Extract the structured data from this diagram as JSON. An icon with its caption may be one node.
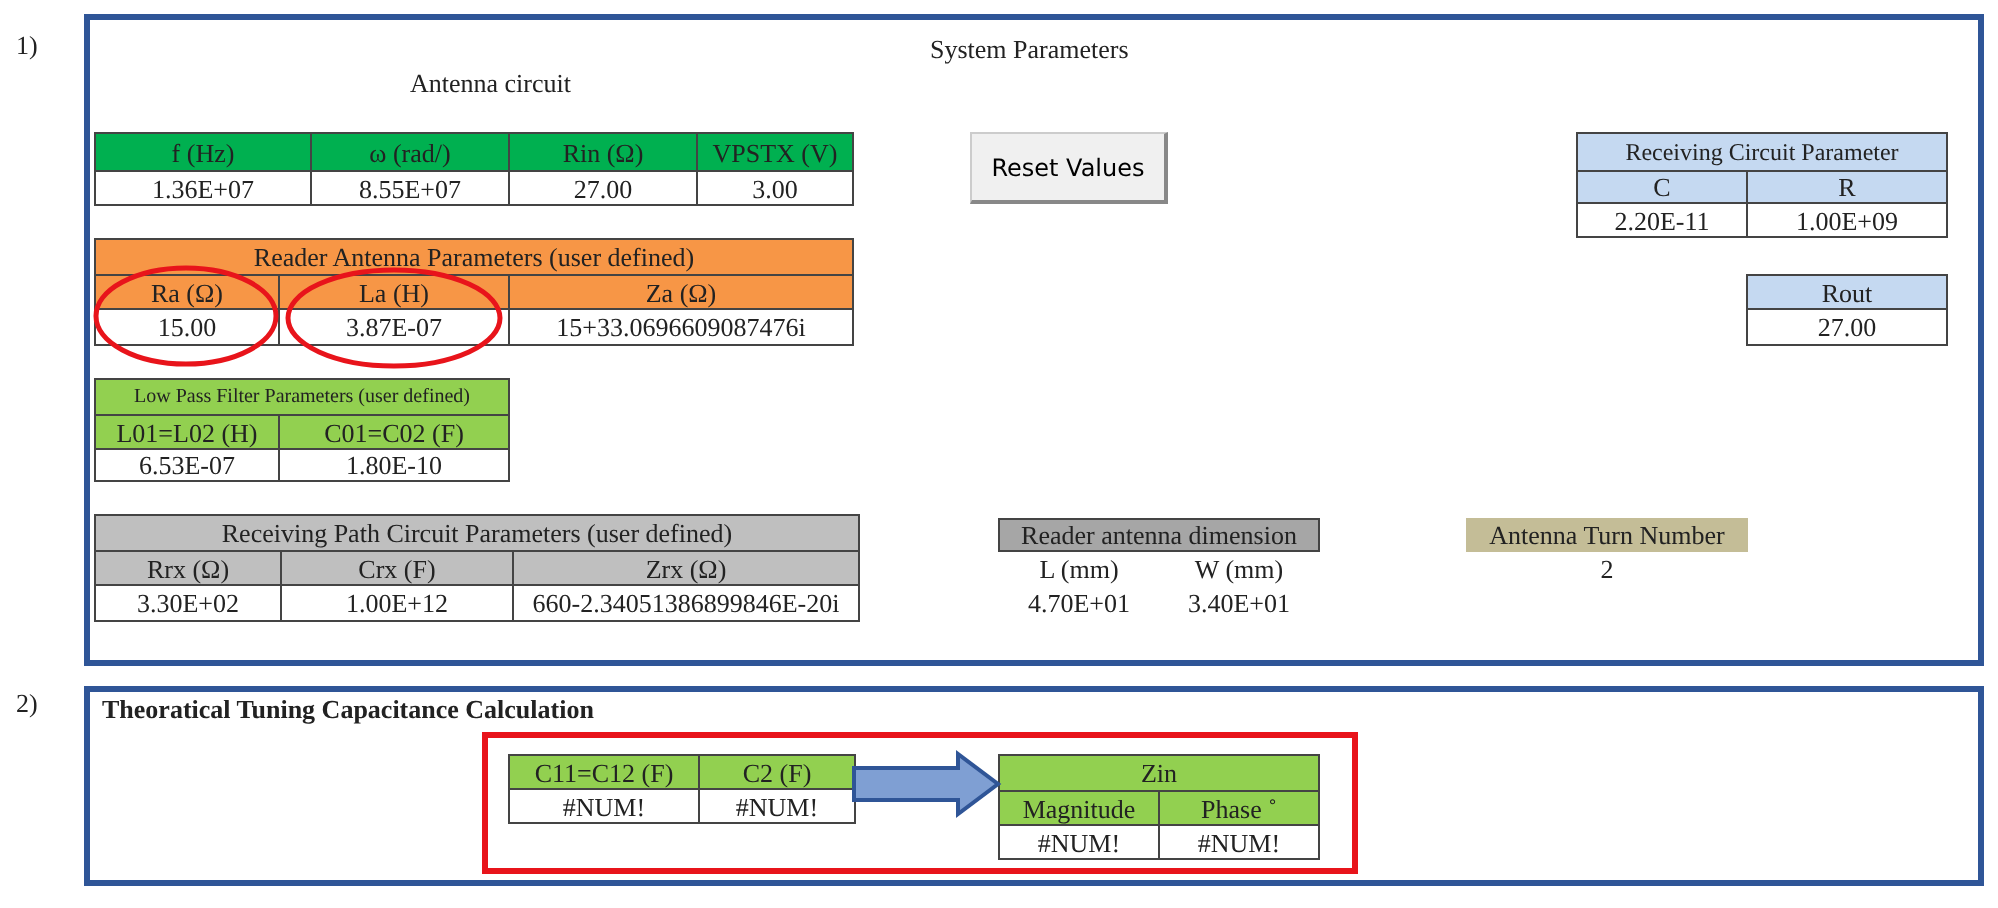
{
  "diagram": {
    "nodes": [
      {
        "text": [
          "System Parameters"
        ]
      },
      {
        "text": [
          "Theoratical Tuning Capacitance Calculation"
        ]
      },
      {
        "text": [],
        "shape": "box",
        "in": 1
      },
      {
        "text": [
          "C11=C12 (F)",
          "C2 (F)",
          "#NUM!",
          "#NUM!"
        ],
        "in": 2
      },
      {
        "text": [
          "Zin",
          "Magnitude",
          "Phase ˚",
          "#NUM!",
          "#NUM!"
        ],
        "in": 2
      }
    ],
    "edges": [
      {
        "from": 3,
        "to": 4,
        "arrow": "to"
      }
    ],
    "labels": [
      "1)",
      "Antenna circuit",
      "f (Hz)",
      "ω (rad/)",
      "Rin (Ω)",
      "VPSTX (V)",
      "1.36E+07",
      "8.55E+07",
      "27.00",
      "3.00",
      "Reset Values",
      "Receiving Circuit Parameter",
      "C",
      "R",
      "2.20E-11",
      "1.00E+09",
      "Reader Antenna Parameters (user defined)",
      "Ra (Ω)",
      "La (H)",
      "Za (Ω)",
      "15.00",
      "3.87E-07",
      "15+33.0696609087476i",
      "Rout",
      "27.00",
      "Low Pass Filter Parameters (user defined)",
      "L01=L02 (H)",
      "C01=C02 (F)",
      "6.53E-07",
      "1.80E-10",
      "Receiving Path Circuit Parameters (user defined)",
      "Rrx (Ω)",
      "Crx (F)",
      "Zrx (Ω)",
      "3.30E+02",
      "1.00E+12",
      "660-2.34051386899846E-20i",
      "Reader antenna dimension",
      "L (mm)",
      "W (mm)",
      "4.70E+01",
      "3.40E+01",
      "Antenna Turn Number",
      "2",
      "2)"
    ]
  }
}
